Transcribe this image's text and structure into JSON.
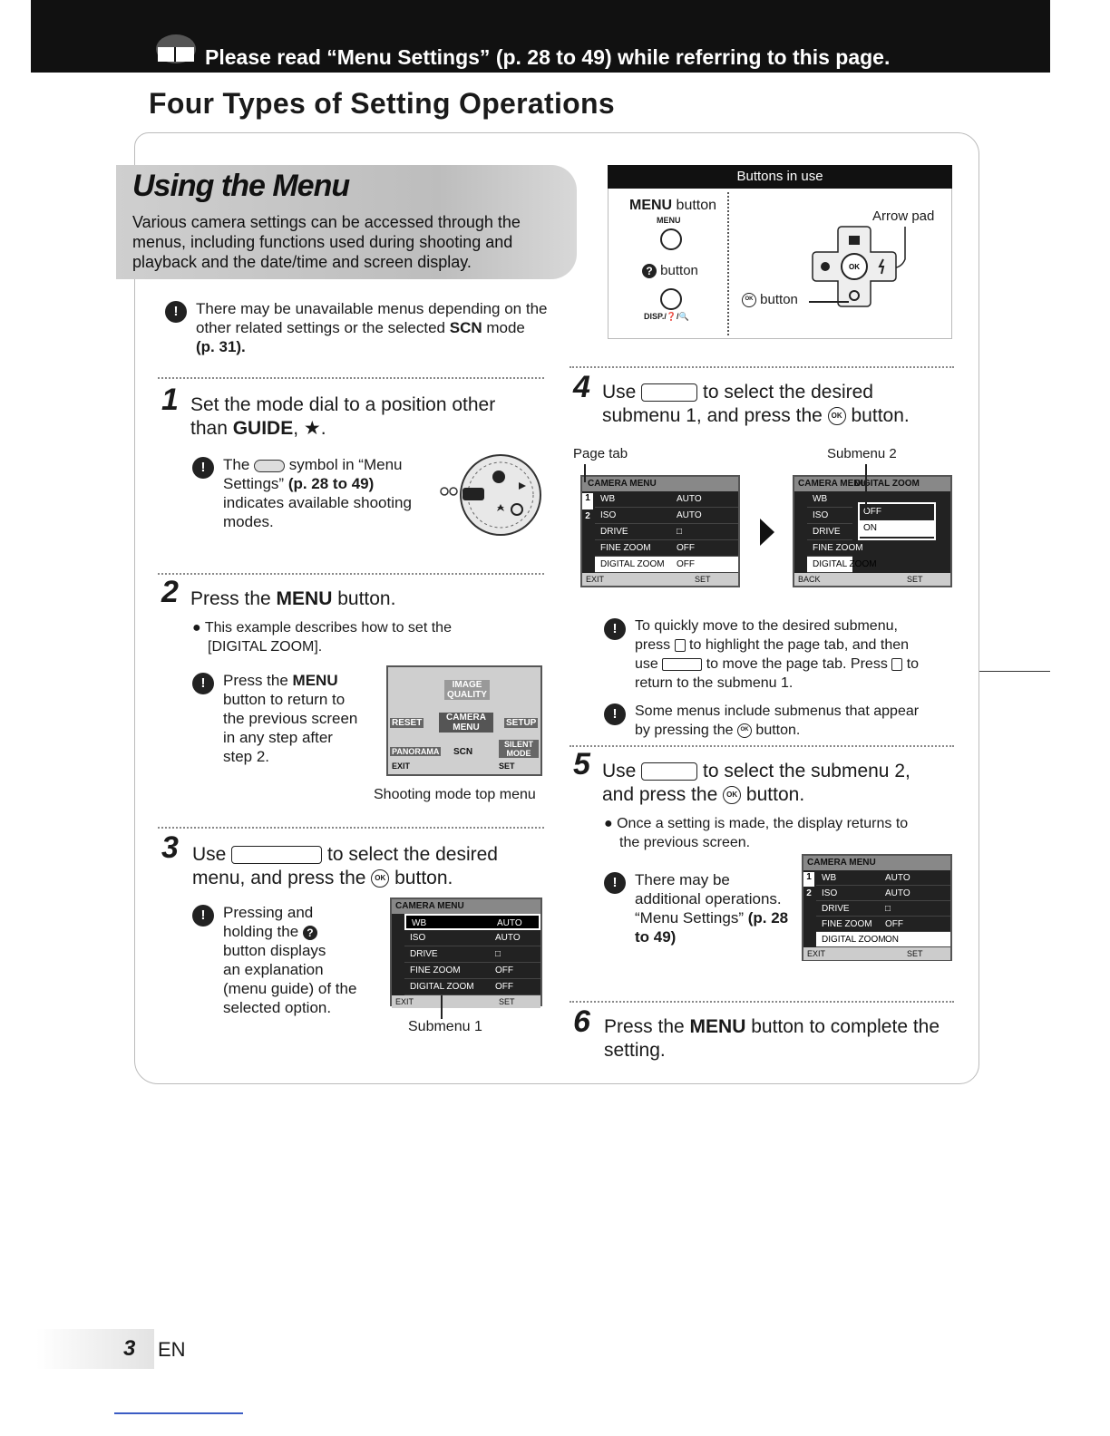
{
  "header": {
    "text": "Please read “Menu Settings” (p. 28 to 49) while referring to this page."
  },
  "page_title": "Four Types of Setting Operations",
  "banner": {
    "title": "Using the Menu",
    "body": "Various camera settings can be accessed through the menus, including functions used during shooting and playback and the date/time and screen display."
  },
  "intro_note": {
    "line1": "There may be unavailable menus depending on the",
    "line2a": "other related settings or the selected ",
    "line2b": "SCN",
    "line2c": " mode",
    "line3": "(p. 31)."
  },
  "buttons_panel": {
    "heading": "Buttons in use",
    "menu_button_bold": "MENU",
    "menu_button_rest": " button",
    "menu_sub": "MENU",
    "q_button": "button",
    "disp_label": "DISP./❓/🔍",
    "arrow_pad": "Arrow pad",
    "ok_button": "button"
  },
  "step1": {
    "num": "1",
    "line1": "Set the mode dial to a position other",
    "line2a": "than ",
    "line2b": "GUIDE",
    "line2c": ", ★.",
    "note_a": "The",
    "note_b": "symbol in “Menu",
    "note_c": "Settings” ",
    "note_d": "(p. 28 to 49)",
    "note_e": "indicates available shooting",
    "note_f": "modes."
  },
  "step2": {
    "num": "2",
    "line_a": "Press the ",
    "line_b": "MENU",
    "line_c": " button.",
    "bullet1": "This example describes how to set the",
    "bullet2": "[DIGITAL ZOOM].",
    "note_a": "Press the ",
    "note_b": "MENU",
    "note_c": "button to return to",
    "note_d": "the previous screen",
    "note_e": "in any step after",
    "note_f": "step 2.",
    "screen": {
      "image_quality": "IMAGE QUALITY",
      "reset": "RESET",
      "camera_menu": "CAMERA MENU",
      "setup": "SETUP",
      "panorama": "PANORAMA",
      "scn": "SCN",
      "silent_mode": "SILENT MODE",
      "exit": "EXIT",
      "set": "SET"
    },
    "caption": "Shooting mode top menu"
  },
  "step3": {
    "num": "3",
    "line1a": "Use ",
    "line1b": " to select the desired",
    "line2a": "menu, and press the ",
    "line2b": " button.",
    "note_a": "Pressing and",
    "note_b": "holding the",
    "note_c": "button displays",
    "note_d": "an explanation",
    "note_e": "(menu guide) of the",
    "note_f": "selected option.",
    "caption": "Submenu 1"
  },
  "step4": {
    "num": "4",
    "line1a": "Use ",
    "line1b": " to select the desired",
    "line2a": "submenu 1, and press the ",
    "line2b": " button.",
    "page_tab": "Page tab",
    "submenu2": "Submenu 2",
    "note1_a": "To quickly move to the desired submenu,",
    "note1_b": "press",
    "note1_c": "to highlight the page tab, and then",
    "note1_d": "use",
    "note1_e": "to move the page tab. Press",
    "note1_f": "to",
    "note1_g": "return to the submenu 1.",
    "note2_a": "Some menus include submenus that appear",
    "note2_b": "by pressing the",
    "note2_c": "button."
  },
  "step5": {
    "num": "5",
    "line1a": "Use ",
    "line1b": " to select the submenu 2,",
    "line2a": "and press the ",
    "line2b": " button.",
    "bullet1": "Once a setting is made, the display returns to",
    "bullet2": "the previous screen.",
    "note_a": "There may be",
    "note_b": "additional operations.",
    "note_c": "“Menu Settings” ",
    "note_d": "(p. 28",
    "note_e": "to 49)"
  },
  "step6": {
    "num": "6",
    "line_a": "Press the ",
    "line_b": "MENU",
    "line_c": " button to complete the",
    "line_d": "setting."
  },
  "camera_menu": {
    "title": "CAMERA MENU",
    "tab1": "1",
    "tab2": "2",
    "wb": "WB",
    "iso": "ISO",
    "drive": "DRIVE",
    "fine_zoom": "FINE ZOOM",
    "digital_zoom": "DIGITAL ZOOM",
    "auto": "AUTO",
    "off": "OFF",
    "on": "ON",
    "exit": "EXIT",
    "back": "BACK",
    "set": "SET",
    "ok": "OK",
    "digital_zoom_heading": "DIGITAL ZOOM"
  },
  "footer": {
    "page_num": "3",
    "lang": "EN"
  }
}
